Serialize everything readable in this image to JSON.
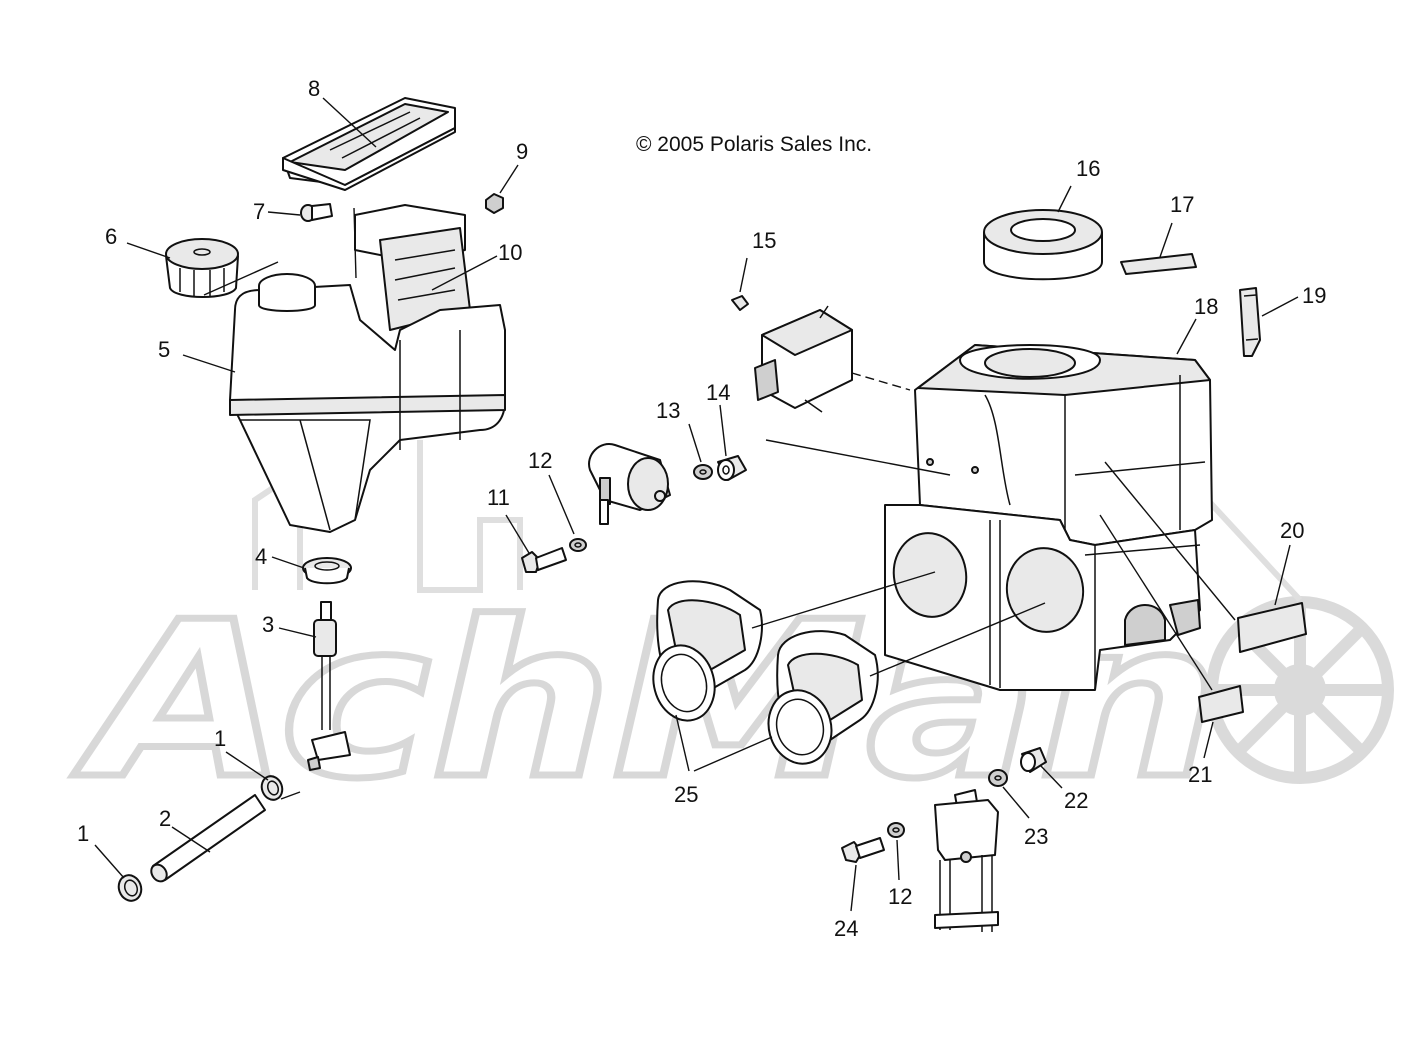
{
  "copyright": "© 2005 Polaris Sales Inc.",
  "watermark": {
    "text": "AchMan",
    "color": "#d9d9d9"
  },
  "callouts": {
    "c1a": "1",
    "c1b": "1",
    "c2": "2",
    "c3": "3",
    "c4": "4",
    "c5": "5",
    "c6": "6",
    "c7": "7",
    "c8": "8",
    "c9": "9",
    "c10": "10",
    "c11": "11",
    "c12a": "12",
    "c12b": "12",
    "c13": "13",
    "c14": "14",
    "c15": "15",
    "c16": "16",
    "c17": "17",
    "c18": "18",
    "c19": "19",
    "c20": "20",
    "c21": "21",
    "c22": "22",
    "c23": "23",
    "c24": "24",
    "c25": "25"
  }
}
